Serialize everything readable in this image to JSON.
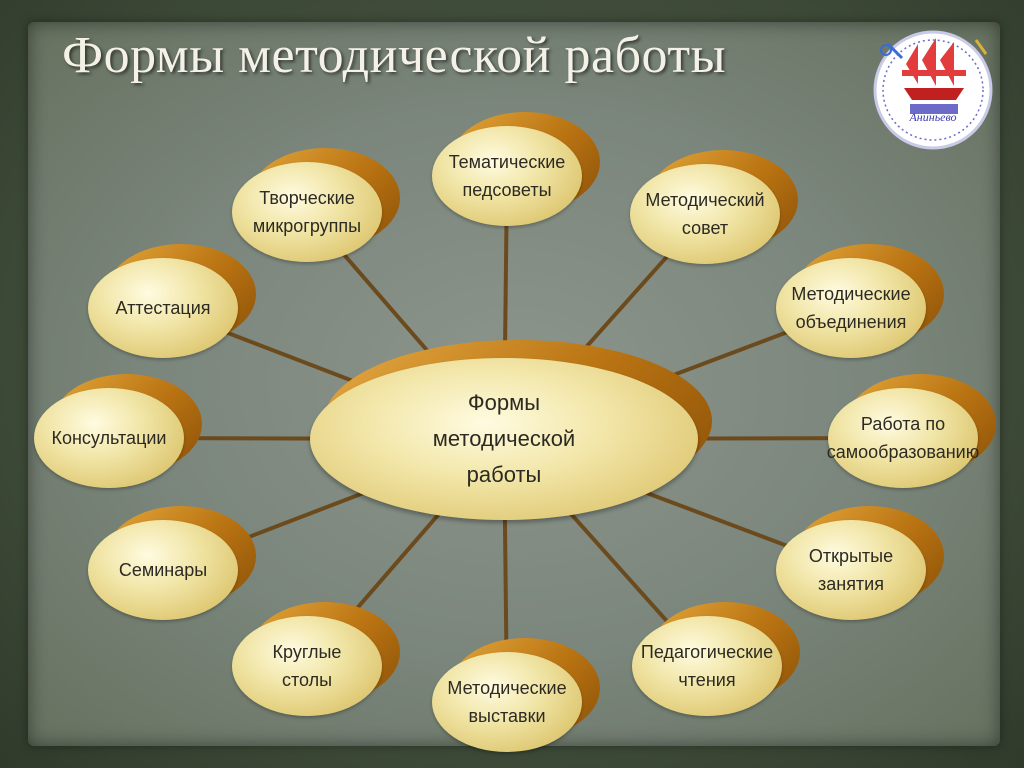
{
  "title": "Формы методической работы",
  "center": {
    "lines": [
      "Формы",
      "методической",
      "работы"
    ]
  },
  "nodes": [
    {
      "id": "tematicheskie-pedsovety",
      "lines": [
        "Тематические",
        "педсоветы"
      ]
    },
    {
      "id": "metodicheskiy-sovet",
      "lines": [
        "Методический",
        "совет"
      ]
    },
    {
      "id": "metodicheskie-obedineniya",
      "lines": [
        "Методические",
        "объединения"
      ]
    },
    {
      "id": "rabota-po-samoobrazovaniyu",
      "lines": [
        "Работа по",
        "самообразованию"
      ]
    },
    {
      "id": "otkrytye-zanyatiya",
      "lines": [
        "Открытые",
        "занятия"
      ]
    },
    {
      "id": "pedagogicheskie-chteniya",
      "lines": [
        "Педагогические",
        "чтения"
      ]
    },
    {
      "id": "metodicheskie-vystavki",
      "lines": [
        "Методические",
        "выставки"
      ]
    },
    {
      "id": "kruglye-stoly",
      "lines": [
        "Круглые",
        "столы"
      ]
    },
    {
      "id": "seminary",
      "lines": [
        "Семинары"
      ]
    },
    {
      "id": "konsultatsii",
      "lines": [
        "Консультации"
      ]
    },
    {
      "id": "attestatsiya",
      "lines": [
        "Аттестация"
      ]
    },
    {
      "id": "tvorcheskie-mikrogruppy",
      "lines": [
        "Творческие",
        "микрогруппы"
      ]
    }
  ],
  "logo": {
    "text": "Аниньево"
  },
  "colors": {
    "rim": "#b97312",
    "face": "#f0e4a4",
    "line": "#6b4a1e",
    "title": "#f4f1e6"
  }
}
